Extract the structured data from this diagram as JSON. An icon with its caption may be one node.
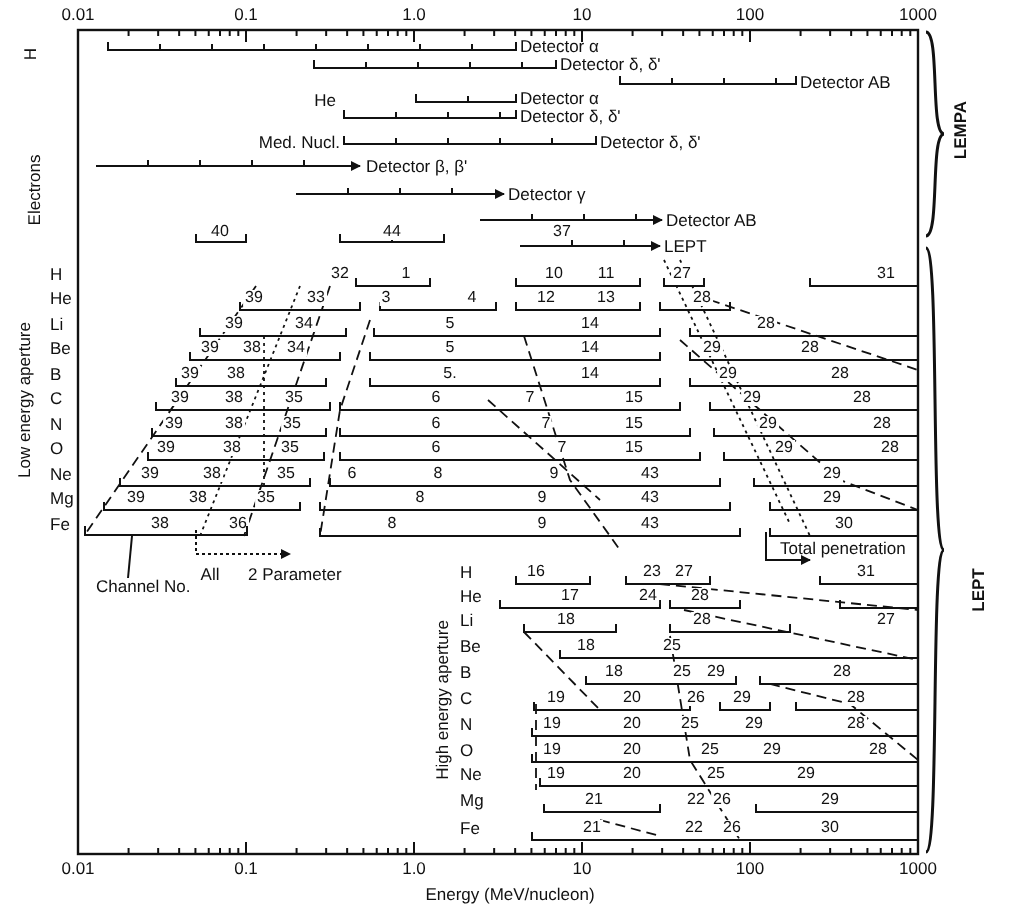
{
  "diagram": {
    "nodes": [
      {
        "text": [
          "Channel No."
        ]
      },
      {
        "text": [],
        "shape": "bar"
      }
    ],
    "edges": [
      {
        "from": 0,
        "to": 1,
        "arrow": "none"
      }
    ],
    "labels": [
      "0.01",
      "0.1",
      "1.0",
      "10",
      "100",
      "1000",
      "H",
      "Detector α",
      "Detector δ, δ'",
      "Detector AB",
      "He",
      "Detector α",
      "Detector δ, δ'",
      "Med. Nucl.",
      "Detector δ, δ'",
      "Electrons",
      "Detector β, β'",
      "Detector γ",
      "Detector AB",
      "LEMPA",
      "40",
      "44",
      "37",
      "LEPT",
      "H",
      "He",
      "Li",
      "Be",
      "B",
      "C",
      "N",
      "O",
      "Ne",
      "Mg",
      "Fe",
      "Low energy aperture",
      "32",
      "1",
      "10",
      "11",
      "27",
      "31",
      "39",
      "33",
      "3",
      "4",
      "12",
      "13",
      "28",
      "39",
      "34",
      "5",
      "14",
      "28",
      "39",
      "38",
      "34",
      "5",
      "14",
      "29",
      "28",
      "39",
      "38",
      "5.",
      "14",
      "29",
      "28",
      "39",
      "38",
      "35",
      "6",
      "7",
      "15",
      "29",
      "28",
      "39",
      "38",
      "35",
      "6",
      "7",
      "15",
      "29",
      "28",
      "39",
      "38",
      "35",
      "6",
      "7",
      "15",
      "29",
      "28",
      "39",
      "38",
      "35",
      "6",
      "8",
      "9",
      "43",
      "29",
      "39",
      "38",
      "35",
      "8",
      "9",
      "43",
      "29",
      "38",
      "36",
      "8",
      "9",
      "43",
      "30",
      "LEPT",
      "Total penetration",
      "All",
      "2 Parameter",
      "H",
      "He",
      "Li",
      "Be",
      "B",
      "C",
      "N",
      "O",
      "Ne",
      "Mg",
      "Fe",
      "High energy aperture",
      "16",
      "23",
      "27",
      "31",
      "17",
      "24",
      "28",
      "18",
      "28",
      "27",
      "18",
      "25",
      "18",
      "25",
      "29",
      "28",
      "19",
      "20",
      "26",
      "29",
      "28",
      "19",
      "20",
      "25",
      "29",
      "28",
      "19",
      "20",
      "25",
      "29",
      "28",
      "19",
      "20",
      "25",
      "29",
      "21",
      "22",
      "26",
      "29",
      "21",
      "22",
      "26",
      "30",
      "0.01",
      "0.1",
      "1.0",
      "10",
      "100",
      "1000",
      "Energy (MeV/nucleon)"
    ]
  }
}
